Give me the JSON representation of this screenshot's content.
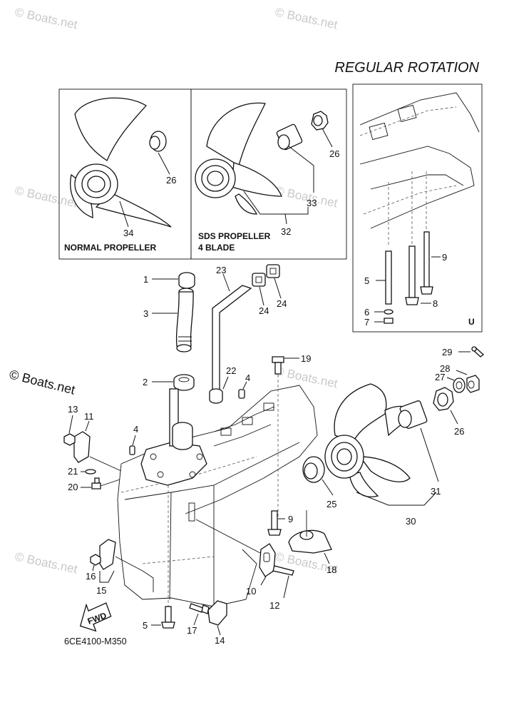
{
  "title": "REGULAR ROTATION",
  "inset_left": {
    "label_1": "NORMAL PROPELLER"
  },
  "inset_mid": {
    "label_1": "SDS PROPELLER",
    "label_2": "4 BLADE"
  },
  "inset_right": {
    "label_1": "U"
  },
  "diagram_code": "6CE4100-M350",
  "fwd_label": "FWD",
  "watermark": "© Boats.net",
  "callouts": {
    "p1": "1",
    "p2": "2",
    "p3": "3",
    "p4a": "4",
    "p4b": "4",
    "p5a": "5",
    "p5b": "5",
    "p6": "6",
    "p7": "7",
    "p8": "8",
    "p9a": "9",
    "p9b": "9",
    "p10": "10",
    "p11": "11",
    "p12": "12",
    "p13": "13",
    "p14": "14",
    "p15": "15",
    "p16": "16",
    "p17": "17",
    "p18": "18",
    "p19": "19",
    "p20": "20",
    "p21": "21",
    "p22": "22",
    "p23": "23",
    "p24a": "24",
    "p24b": "24",
    "p25": "25",
    "p26a": "26",
    "p26b": "26",
    "p26c": "26",
    "p27": "27",
    "p28": "28",
    "p29": "29",
    "p30": "30",
    "p31": "31",
    "p32": "32",
    "p33": "33",
    "p34": "34"
  }
}
